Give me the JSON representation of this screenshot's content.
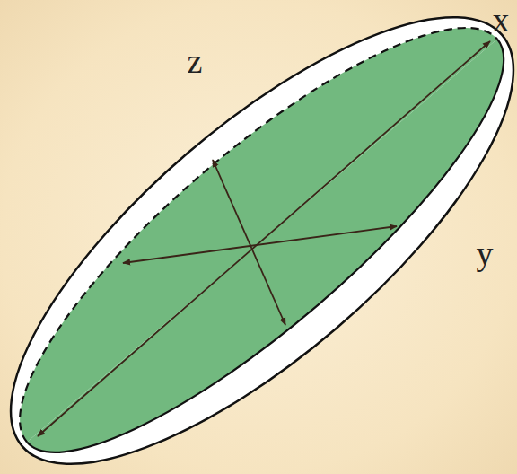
{
  "diagram": {
    "labels": [
      "x",
      "z",
      "y"
    ]
  }
}
